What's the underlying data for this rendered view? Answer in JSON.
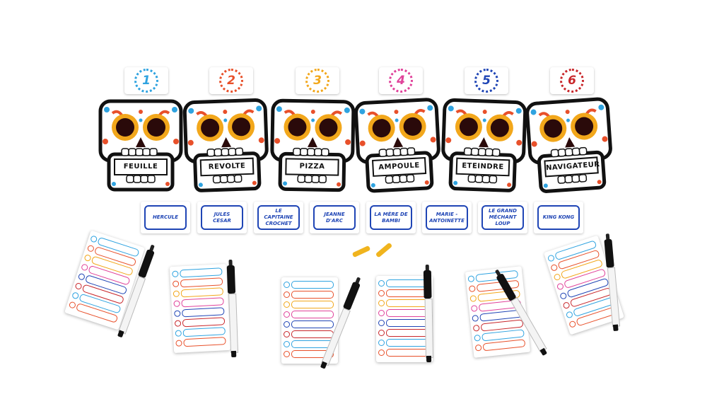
{
  "tokens": [
    {
      "label": "1",
      "color": "#2fa3e0"
    },
    {
      "label": "2",
      "color": "#e8502a"
    },
    {
      "label": "3",
      "color": "#f2a71b"
    },
    {
      "label": "4",
      "color": "#e0429a"
    },
    {
      "label": "5",
      "color": "#1f45b5"
    },
    {
      "label": "6",
      "color": "#c8262a"
    }
  ],
  "skull_words": [
    "FEUILLE",
    "REVOLTE",
    "PIZZA",
    "AMPOULE",
    "ETEINDRE",
    "NAVIGATEUR"
  ],
  "character_cards": [
    "HERCULE",
    "JULES CESAR",
    "LE CAPITAINE CROCHET",
    "JEANNE D'ARC",
    "LA MÈRE DE BAMBI",
    "MARIE - ANTOINETTE",
    "LE GRAND MÉCHANT LOUP",
    "KING KONG"
  ],
  "sheet_row_colors": [
    "#2fa3e0",
    "#e8502a",
    "#f2a71b",
    "#e0429a",
    "#1f45b5",
    "#c8262a",
    "#2fa3e0",
    "#e8502a"
  ]
}
